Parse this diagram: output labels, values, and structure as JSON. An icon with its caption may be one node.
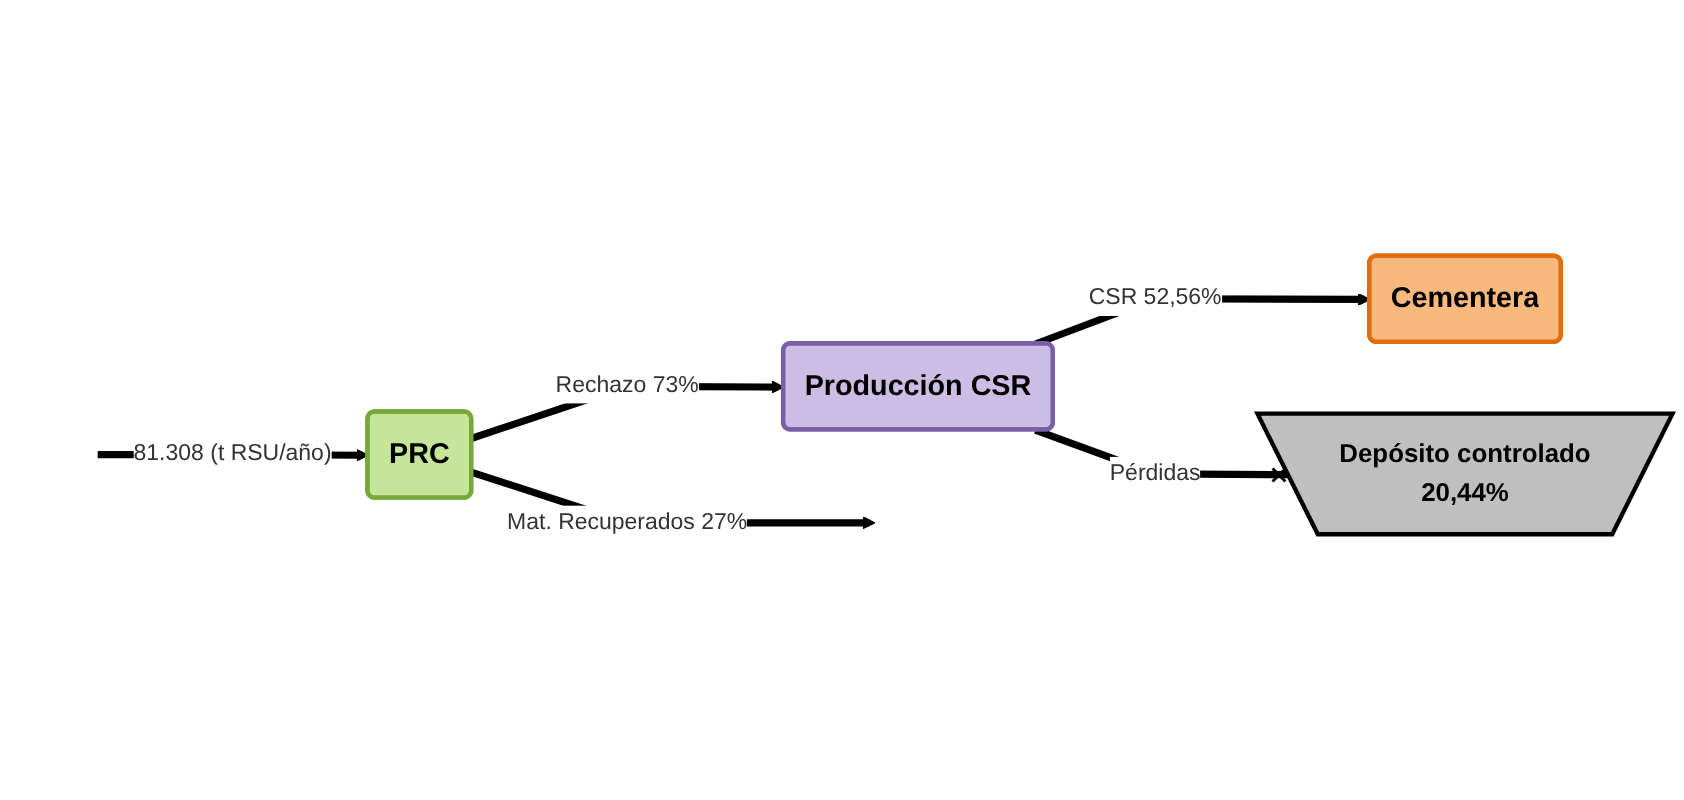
{
  "diagram": {
    "nodes": [
      {
        "text": [
          "PRC"
        ]
      },
      {
        "text": [
          "Producción CSR"
        ]
      },
      {
        "text": [
          "Cementera"
        ]
      },
      {
        "text": [
          "Depósito controlado",
          "20,44%"
        ]
      }
    ],
    "edges": [
      {
        "from": null,
        "to": 0,
        "arrow": "to",
        "label": "81.308 (t RSU/año)"
      },
      {
        "from": 0,
        "to": null,
        "arrow": "to",
        "label": "Mat. Recuperados 27%"
      },
      {
        "from": 0,
        "to": 1,
        "arrow": "to",
        "label": "Rechazo 73%"
      },
      {
        "from": 1,
        "to": 2,
        "arrow": "to",
        "label": "CSR 52,56%"
      },
      {
        "from": 1,
        "to": 3,
        "arrow": "other",
        "label": "Pérdidas"
      }
    ]
  }
}
